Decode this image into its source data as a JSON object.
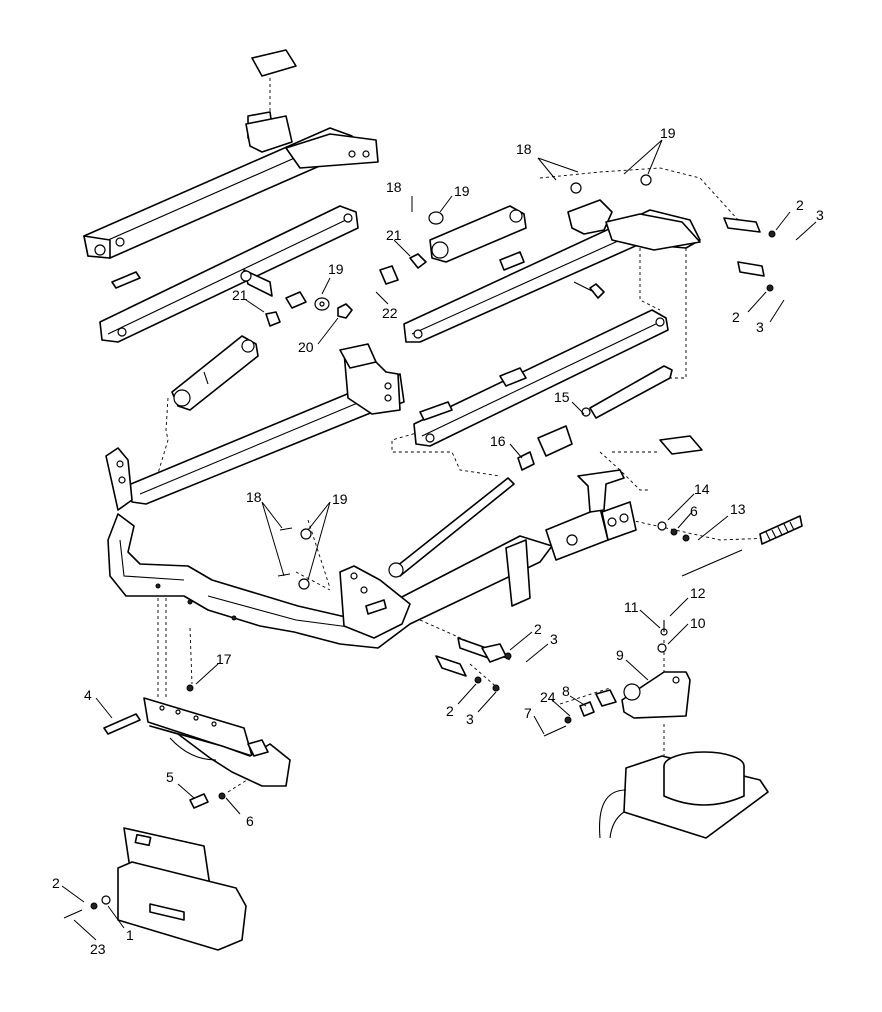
{
  "callouts": [
    {
      "id": "c19a",
      "text": "19"
    },
    {
      "id": "c18a",
      "text": "18"
    },
    {
      "id": "c18b",
      "text": "18"
    },
    {
      "id": "c19b",
      "text": "19"
    },
    {
      "id": "c2a",
      "text": "2"
    },
    {
      "id": "c3a",
      "text": "3"
    },
    {
      "id": "c21a",
      "text": "21"
    },
    {
      "id": "c19c",
      "text": "19"
    },
    {
      "id": "c21b",
      "text": "21"
    },
    {
      "id": "c22",
      "text": "22"
    },
    {
      "id": "c2b",
      "text": "2"
    },
    {
      "id": "c3b",
      "text": "3"
    },
    {
      "id": "c20",
      "text": "20"
    },
    {
      "id": "c15",
      "text": "15"
    },
    {
      "id": "c16",
      "text": "16"
    },
    {
      "id": "c14",
      "text": "14"
    },
    {
      "id": "c6a",
      "text": "6"
    },
    {
      "id": "c13",
      "text": "13"
    },
    {
      "id": "c18c",
      "text": "18"
    },
    {
      "id": "c19d",
      "text": "19"
    },
    {
      "id": "c12",
      "text": "12"
    },
    {
      "id": "c11",
      "text": "11"
    },
    {
      "id": "c10",
      "text": "10"
    },
    {
      "id": "c2c",
      "text": "2"
    },
    {
      "id": "c3c",
      "text": "3"
    },
    {
      "id": "c17",
      "text": "17"
    },
    {
      "id": "c9",
      "text": "9"
    },
    {
      "id": "c4",
      "text": "4"
    },
    {
      "id": "c24",
      "text": "24"
    },
    {
      "id": "c8",
      "text": "8"
    },
    {
      "id": "c2d",
      "text": "2"
    },
    {
      "id": "c3d",
      "text": "3"
    },
    {
      "id": "c7",
      "text": "7"
    },
    {
      "id": "c5",
      "text": "5"
    },
    {
      "id": "c6b",
      "text": "6"
    },
    {
      "id": "c2e",
      "text": "2"
    },
    {
      "id": "c1",
      "text": "1"
    },
    {
      "id": "c23",
      "text": "23"
    }
  ]
}
